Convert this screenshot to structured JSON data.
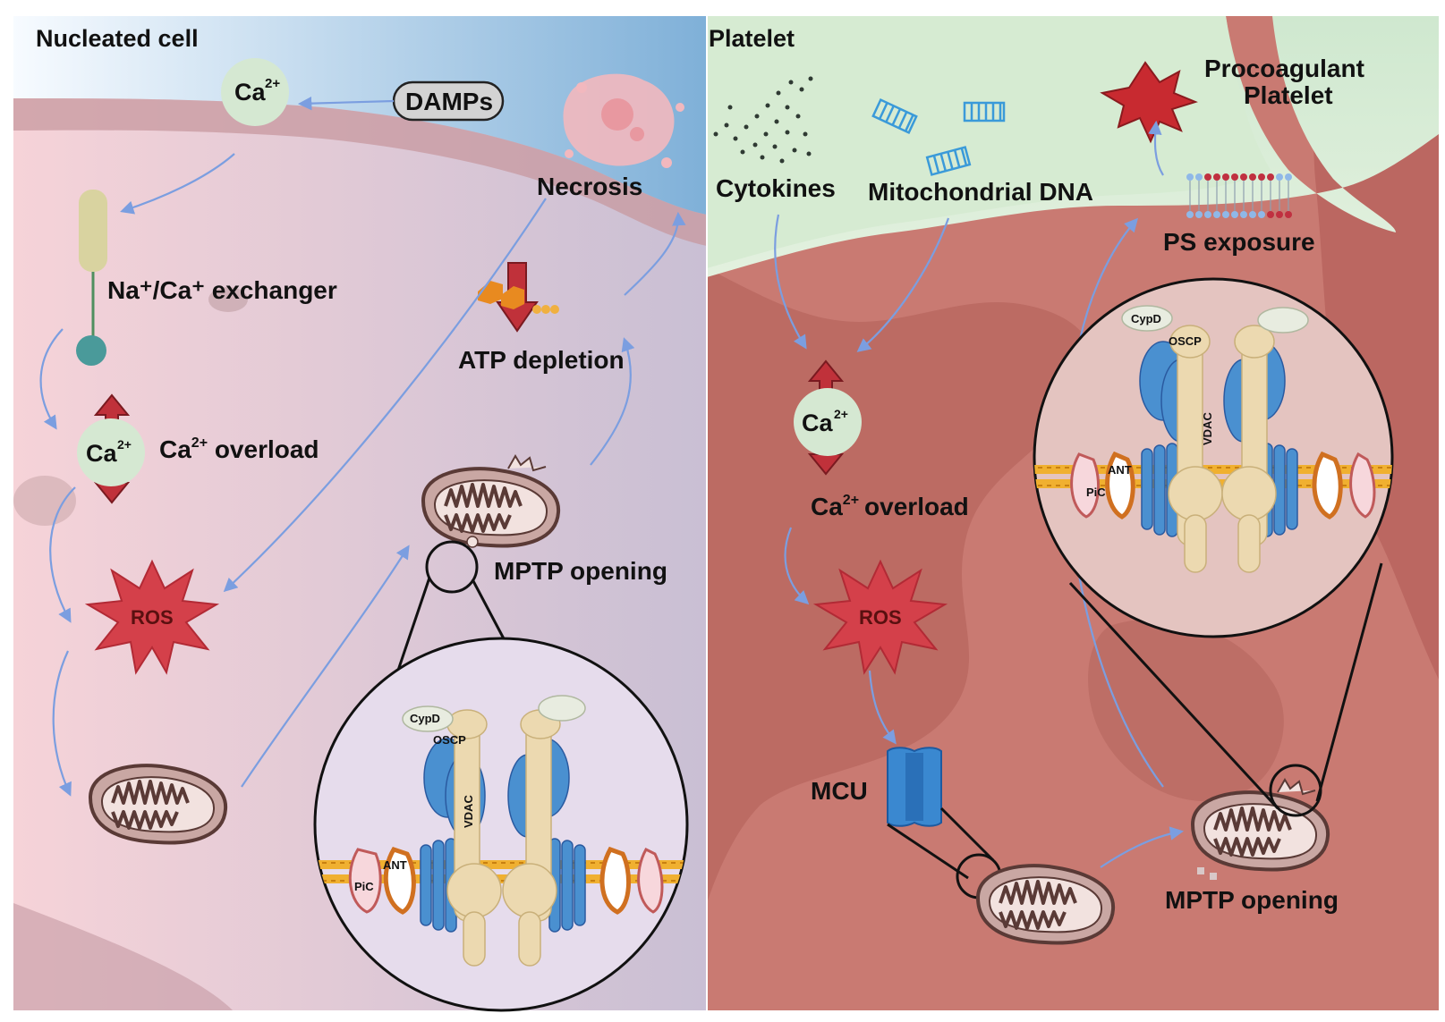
{
  "left_panel": {
    "title": "Nucleated cell",
    "ca_ion": "Ca",
    "ca_charge": "2+",
    "damps": "DAMPs",
    "necrosis": "Necrosis",
    "exchanger": "Na⁺/Ca⁺ exchanger",
    "atp_depletion": "ATP depletion",
    "ca_overload_ion": "Ca",
    "ca_overload_charge": "2+",
    "ca_overload_label": " overload",
    "ros": "ROS",
    "mptp_opening": "MPTP opening",
    "pore": {
      "cypd": "CypD",
      "oscp": "OSCP",
      "vdac": "VDAC",
      "ant": "ANT",
      "pic": "PiC"
    }
  },
  "right_panel": {
    "title": "Platelet",
    "cytokines": "Cytokines",
    "mito_dna": "Mitochondrial DNA",
    "procoagulant_line1": "Procoagulant",
    "procoagulant_line2": "Platelet",
    "ps_exposure": "PS exposure",
    "ca_ion": "Ca",
    "ca_charge": "2+",
    "ca_overload": "overload",
    "ros": "ROS",
    "mcu": "MCU",
    "mptp_opening": "MPTP opening",
    "pore": {
      "cypd": "CypD",
      "oscp": "OSCP",
      "vdac": "VDAC",
      "ant": "ANT",
      "pic": "PiC"
    }
  }
}
